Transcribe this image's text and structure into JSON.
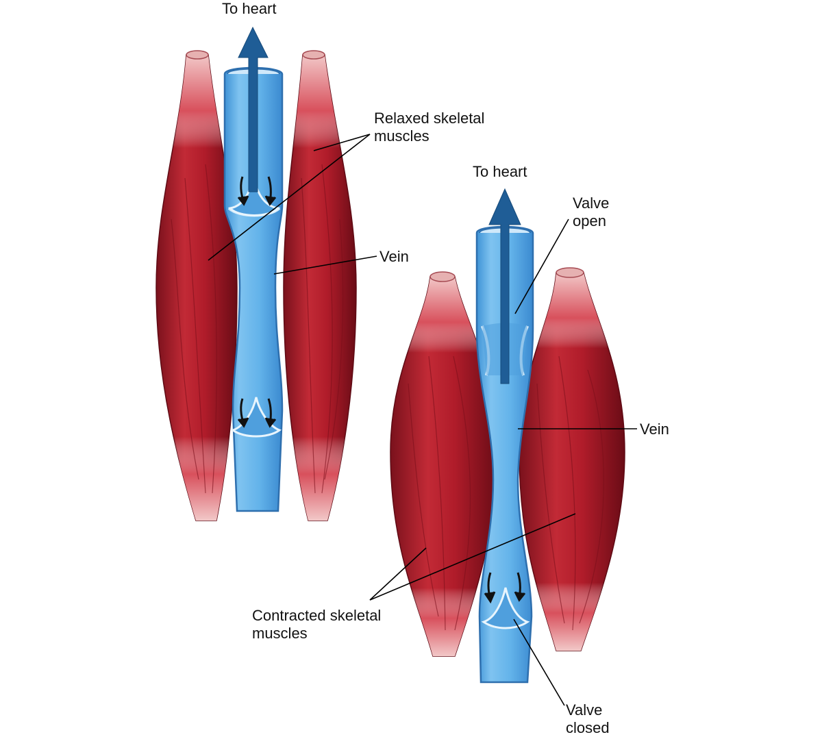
{
  "colors": {
    "muscle": "#b41e2c",
    "muscle_dark": "#6e0d18",
    "muscle_light": "#e0606a",
    "tendon": "#e3a9a9",
    "vein": "#5fb2ea",
    "vein_edge": "#2e6fae",
    "vein_inner": "#cfe8fa",
    "arrow": "#1f5d96",
    "flow_arrow": "#111111",
    "leader": "#000000"
  },
  "relaxed_panel": {
    "to_heart": "To heart",
    "muscles_label_line1": "Relaxed skeletal",
    "muscles_label_line2": "muscles",
    "vein_label": "Vein"
  },
  "contracted_panel": {
    "to_heart": "To heart",
    "valve_open_line1": "Valve",
    "valve_open_line2": "open",
    "vein_label": "Vein",
    "muscles_label_line1": "Contracted skeletal",
    "muscles_label_line2": "muscles",
    "valve_closed_line1": "Valve",
    "valve_closed_line2": "closed"
  }
}
